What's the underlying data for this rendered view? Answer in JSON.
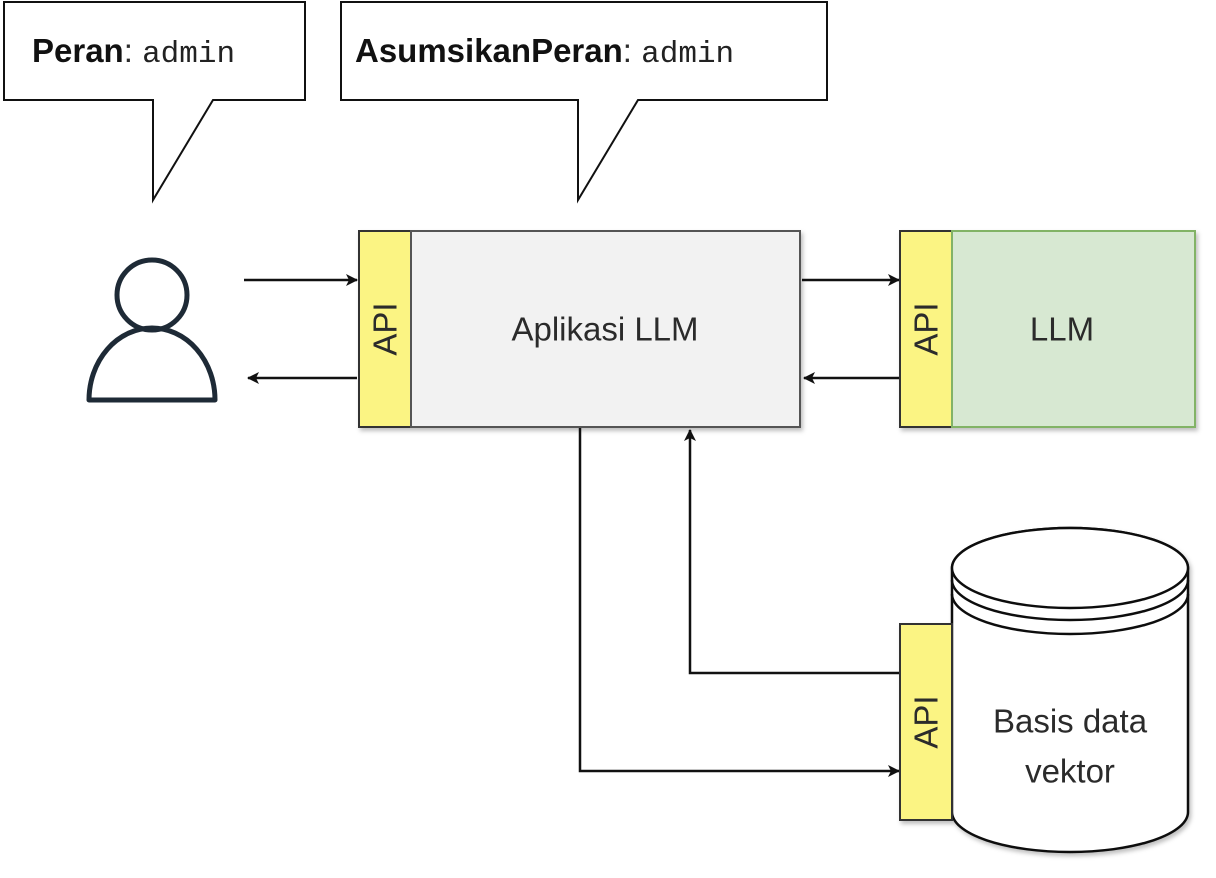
{
  "callouts": {
    "left": {
      "key": "Peran",
      "sep": ": ",
      "value": "admin"
    },
    "right": {
      "key": "AsumsikanPeran",
      "sep": ": ",
      "value": "admin"
    }
  },
  "nodes": {
    "app": {
      "label": "Aplikasi LLM",
      "api_label": "API"
    },
    "llm": {
      "label": "LLM",
      "api_label": "API"
    },
    "db": {
      "label_line1": "Basis data",
      "label_line2": "vektor",
      "api_label": "API"
    }
  },
  "colors": {
    "api_fill": "#fbf483",
    "app_fill": "#f2f2f2",
    "llm_fill": "#d7e8d2",
    "llm_border": "#82b366",
    "stroke": "#111111",
    "user_icon": "#1e2a36"
  }
}
